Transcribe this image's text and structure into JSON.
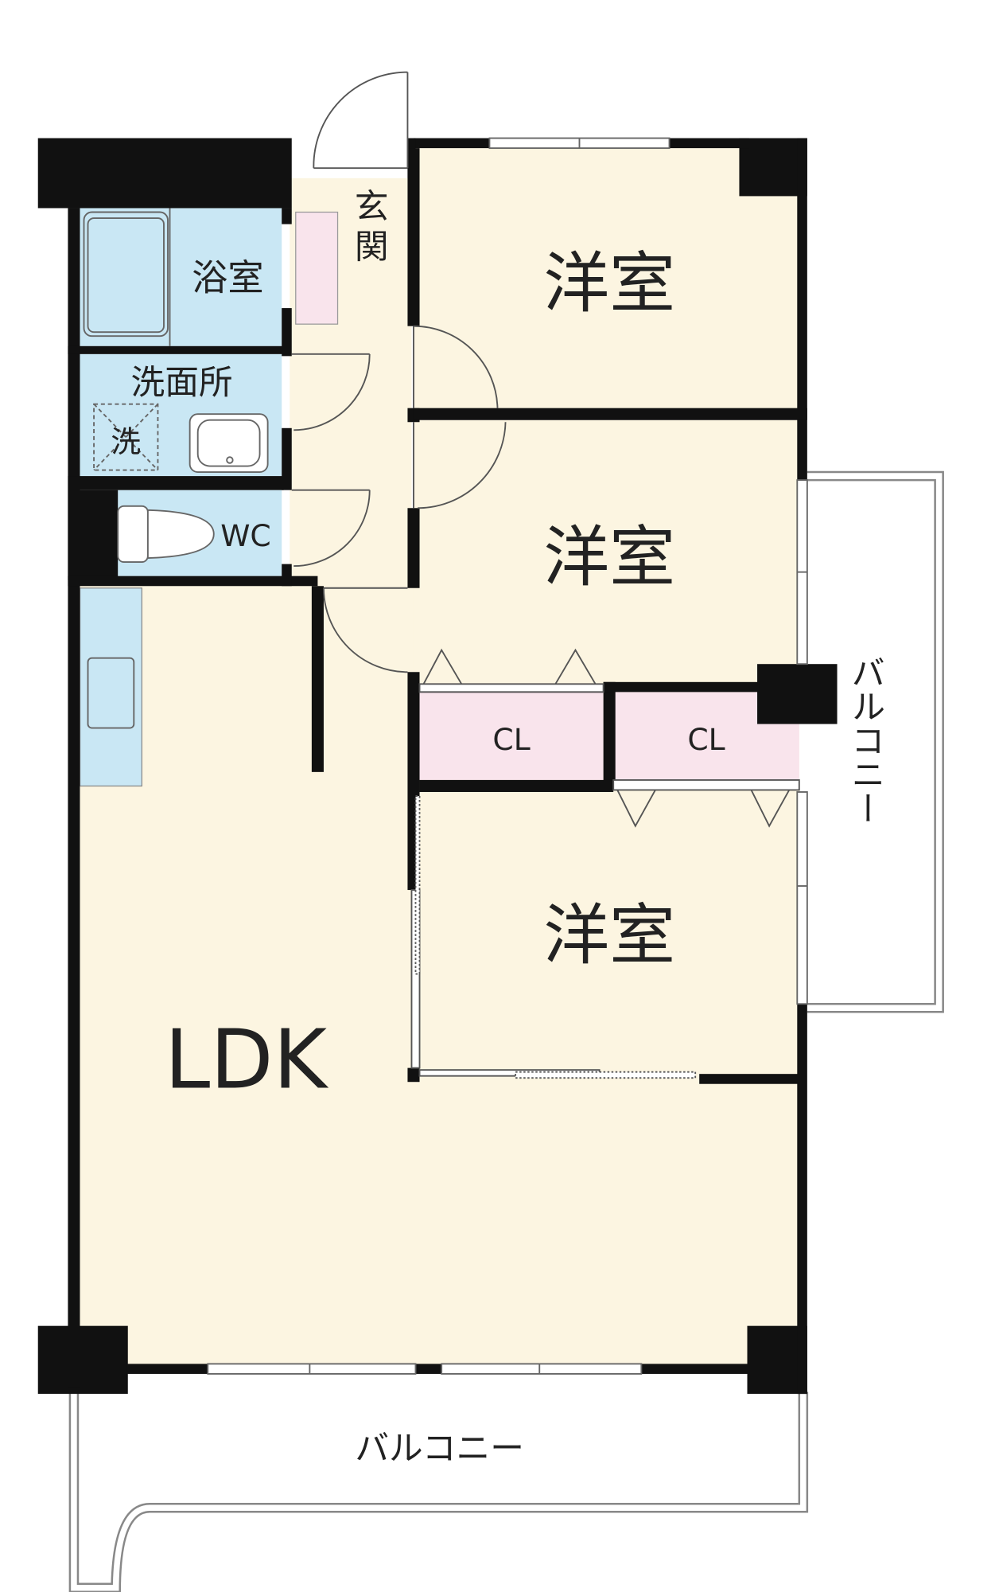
{
  "rooms": {
    "western_room_1": "洋室",
    "western_room_2": "洋室",
    "western_room_3": "洋室",
    "ldk": "LDK",
    "bathroom": "浴室",
    "washroom": "洗面所",
    "washer": "洗",
    "toilet": "WC",
    "closet_1": "CL",
    "closet_2": "CL",
    "entrance_1": "玄",
    "entrance_2": "関"
  },
  "balconies": {
    "south": "バルコニー",
    "east": "バルコニー"
  },
  "colors": {
    "room_fill": "#fcf5e1",
    "wet_area_fill": "#c9e7f4",
    "closet_fill": "#f9e4ec",
    "wall": "#111111",
    "line": "#777777"
  }
}
